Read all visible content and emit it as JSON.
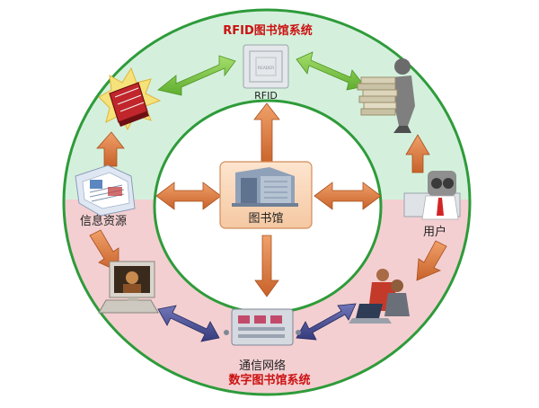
{
  "diagram": {
    "top_system_title": "RFID图书馆系统",
    "bottom_system_title": "数字图书馆系统",
    "center": {
      "label": "图书馆"
    },
    "nodes": {
      "rfid_device": {
        "label": "RFID",
        "icon": "rfid-reader-icon"
      },
      "information_resources": {
        "label": "信息资源",
        "icon": "newspaper-icon"
      },
      "user": {
        "label": "用户",
        "icon": "user-binoculars-icon"
      },
      "network": {
        "label": "通信网络",
        "icon": "network-equipment-icon"
      },
      "books_burst": {
        "icon": "book-burst-icon"
      },
      "person_with_books": {
        "icon": "person-carrying-books-icon"
      },
      "computer_terminal": {
        "icon": "computer-terminal-icon"
      },
      "users_at_laptop": {
        "icon": "people-laptop-icon"
      }
    },
    "colors": {
      "top_band": "#d4f0dc",
      "bottom_band": "#f3cfd1",
      "ring_border": "#2e9b3a",
      "green_arrow": "#7dc349",
      "orange_arrow": "#d9773a",
      "blue_arrow": "#4a4f96",
      "title_red": "#cc1111"
    }
  }
}
